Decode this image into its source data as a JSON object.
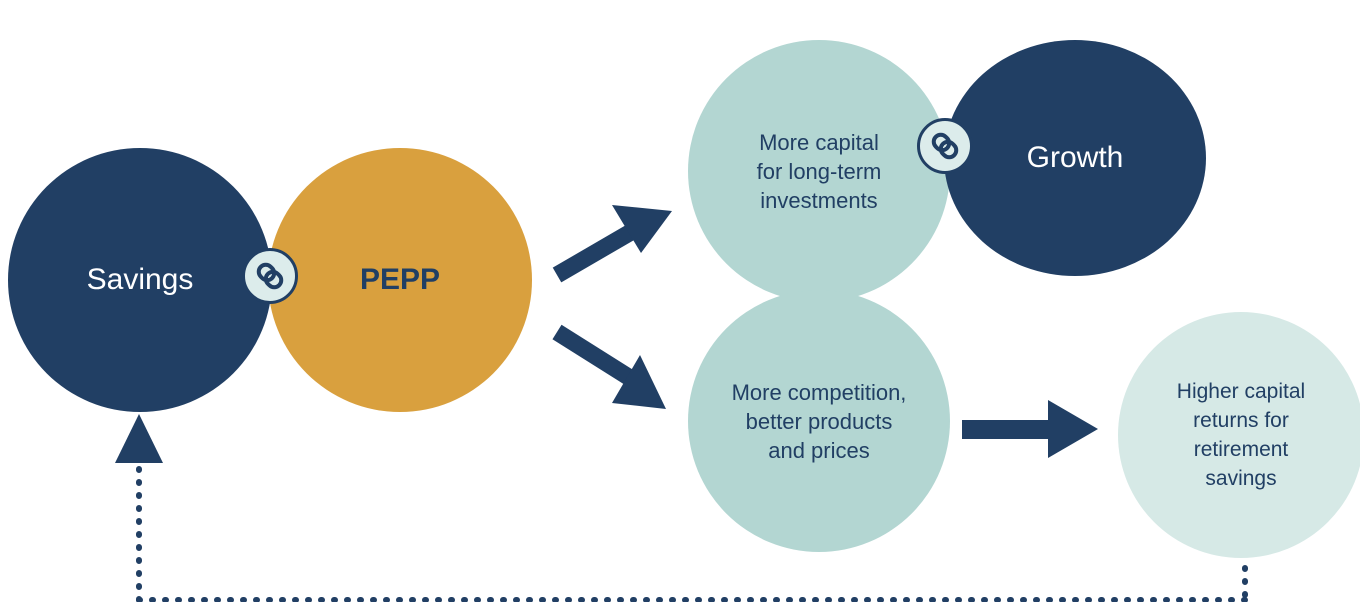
{
  "nodes": {
    "savings": "Savings",
    "pepp": "PEPP",
    "capital": [
      "More capital",
      "for long-term",
      "investments"
    ],
    "growth": "Growth",
    "competition": [
      "More competition,",
      "better products",
      "and prices"
    ],
    "returns": [
      "Higher capital",
      "returns for",
      "retirement",
      "savings"
    ]
  },
  "icons": {
    "link_icon": "link-icon",
    "arrow_icon": "arrow-icon"
  },
  "colors": {
    "navy": "#213f64",
    "gold": "#d9a03e",
    "teal": "#b3d6d2",
    "light_teal": "#d6e9e6"
  }
}
